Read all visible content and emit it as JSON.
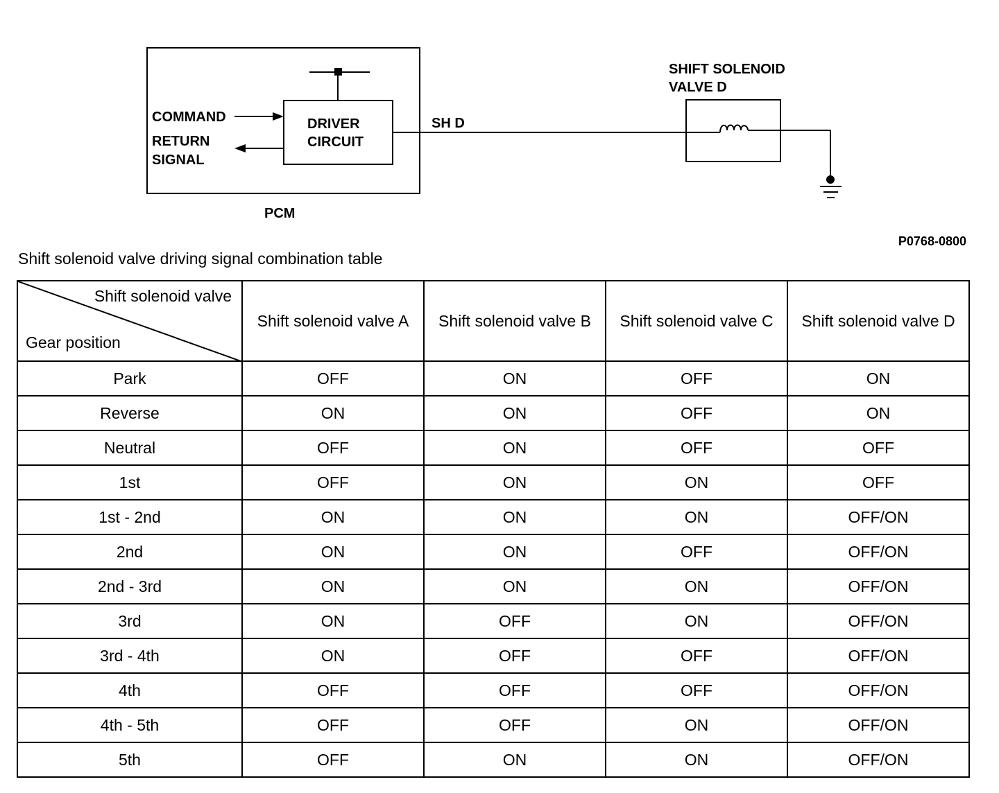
{
  "diagram": {
    "pcm_label": "PCM",
    "command_label": "COMMAND",
    "return_signal_line1": "RETURN",
    "return_signal_line2": "SIGNAL",
    "driver_line1": "DRIVER",
    "driver_line2": "CIRCUIT",
    "wire_label": "SH D",
    "solenoid_line1": "SHIFT SOLENOID",
    "solenoid_line2": "VALVE D",
    "figure_id": "P0768-0800"
  },
  "table": {
    "title": "Shift solenoid valve driving signal combination table",
    "corner_top": "Shift solenoid valve",
    "corner_bottom": "Gear position",
    "columns": [
      "Shift solenoid valve A",
      "Shift solenoid valve B",
      "Shift solenoid valve C",
      "Shift solenoid valve D"
    ],
    "rows": [
      {
        "gear": "Park",
        "values": [
          "OFF",
          "ON",
          "OFF",
          "ON"
        ]
      },
      {
        "gear": "Reverse",
        "values": [
          "ON",
          "ON",
          "OFF",
          "ON"
        ]
      },
      {
        "gear": "Neutral",
        "values": [
          "OFF",
          "ON",
          "OFF",
          "OFF"
        ]
      },
      {
        "gear": "1st",
        "values": [
          "OFF",
          "ON",
          "ON",
          "OFF"
        ]
      },
      {
        "gear": "1st - 2nd",
        "values": [
          "ON",
          "ON",
          "ON",
          "OFF/ON"
        ]
      },
      {
        "gear": "2nd",
        "values": [
          "ON",
          "ON",
          "OFF",
          "OFF/ON"
        ]
      },
      {
        "gear": "2nd - 3rd",
        "values": [
          "ON",
          "ON",
          "ON",
          "OFF/ON"
        ]
      },
      {
        "gear": "3rd",
        "values": [
          "ON",
          "OFF",
          "ON",
          "OFF/ON"
        ]
      },
      {
        "gear": "3rd - 4th",
        "values": [
          "ON",
          "OFF",
          "OFF",
          "OFF/ON"
        ]
      },
      {
        "gear": "4th",
        "values": [
          "OFF",
          "OFF",
          "OFF",
          "OFF/ON"
        ]
      },
      {
        "gear": "4th - 5th",
        "values": [
          "OFF",
          "OFF",
          "ON",
          "OFF/ON"
        ]
      },
      {
        "gear": "5th",
        "values": [
          "OFF",
          "ON",
          "ON",
          "OFF/ON"
        ]
      }
    ]
  }
}
